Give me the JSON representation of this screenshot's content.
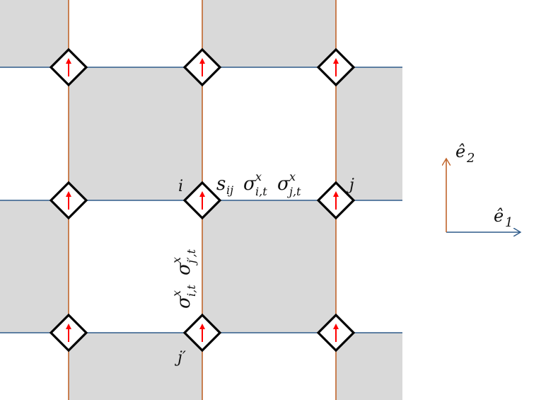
{
  "colors": {
    "background": "#ffffff",
    "plaquette_fill": "#d9d9d9",
    "horizontal_bond": "#2f5b8a",
    "vertical_bond": "#c0642a",
    "site_border": "#000000",
    "spin_arrow": "#ff0000",
    "axis_e1": "#2f5b8a",
    "axis_e2": "#c0642a"
  },
  "labels": {
    "site_i": "i",
    "site_j": "j",
    "site_j_prime": "j′",
    "horizontal_term": {
      "s": "s",
      "s_sub": "ij",
      "sigma1": "σ",
      "sigma1_sup": "x",
      "sigma1_sub": "i,t",
      "sigma2": "σ",
      "sigma2_sup": "x",
      "sigma2_sub": "j,t"
    },
    "vertical_term": {
      "sigma1": "σ",
      "sigma1_sup": "x",
      "sigma1_sub": "i,t",
      "sigma2": "σ",
      "sigma2_sup": "x",
      "sigma2_sub": "j′,t"
    },
    "axis_e1": {
      "base": "ê",
      "sub": "1"
    },
    "axis_e2": {
      "base": "ê",
      "sub": "2"
    }
  },
  "lattice": {
    "rows": 3,
    "cols": 3,
    "site_icon": "up-arrow-in-diamond-icon"
  }
}
